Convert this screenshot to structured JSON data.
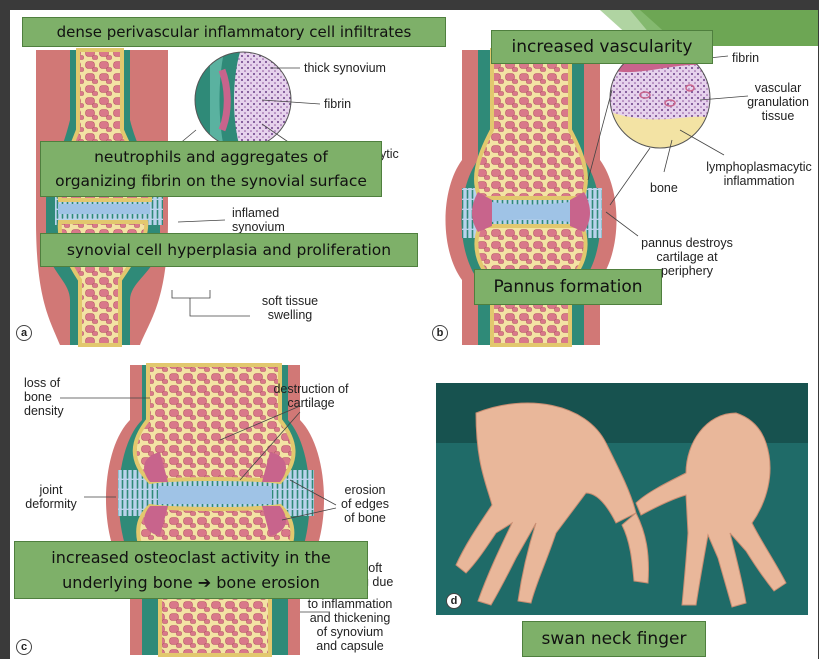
{
  "colors": {
    "accent_green": "#7eb069",
    "bone": "#f3e3a4",
    "marrow": "#d9788a",
    "synovium": "#2f8a78",
    "fluid": "#b9d3ec",
    "inflamed": "#c8648c",
    "photo_bg": "#1f6b68",
    "skin": "#e9b79a"
  },
  "labels": {
    "thick_synovium": "thick synovium",
    "fibrin_a": "fibrin",
    "cut_partial": "ytic",
    "inflamed_synovium": "inflamed\nsynovium",
    "soft_tissue_swelling": "soft tissue\nswelling",
    "fibrin_b": "fibrin",
    "vascular_granulation": "vascular\ngranulation\ntissue",
    "lymphoplasmacytic": "lymphoplasmacytic\ninflammation",
    "bone": "bone",
    "pannus_destroys": "pannus destroys\ncartilage at\nperiphery",
    "loss_bone_density": "loss of\nbone\ndensity",
    "destruction_cartilage": "destruction of\ncartilage",
    "joint_deformity": "joint\ndeformity",
    "erosion_edges": "erosion\nof edges\nof bone",
    "soft_swelling_partial": "soft\ng due",
    "inflammation_thickening": "to inflammation\nand thickening\nof synovium\nand capsule"
  },
  "panels": {
    "a": "a",
    "b": "b",
    "c": "c",
    "d": "d"
  },
  "callouts": {
    "perivascular": "dense perivascular inflammatory cell infiltrates",
    "vascularity": "increased vascularity",
    "neutrophils": "neutrophils and aggregates of organizing fibrin on the synovial surface",
    "hyperplasia": "synovial cell hyperplasia and proliferation",
    "pannus": "Pannus formation",
    "osteoclast": "increased osteoclast activity in the underlying bone ➔ bone erosion",
    "swan_neck": "swan neck finger"
  }
}
